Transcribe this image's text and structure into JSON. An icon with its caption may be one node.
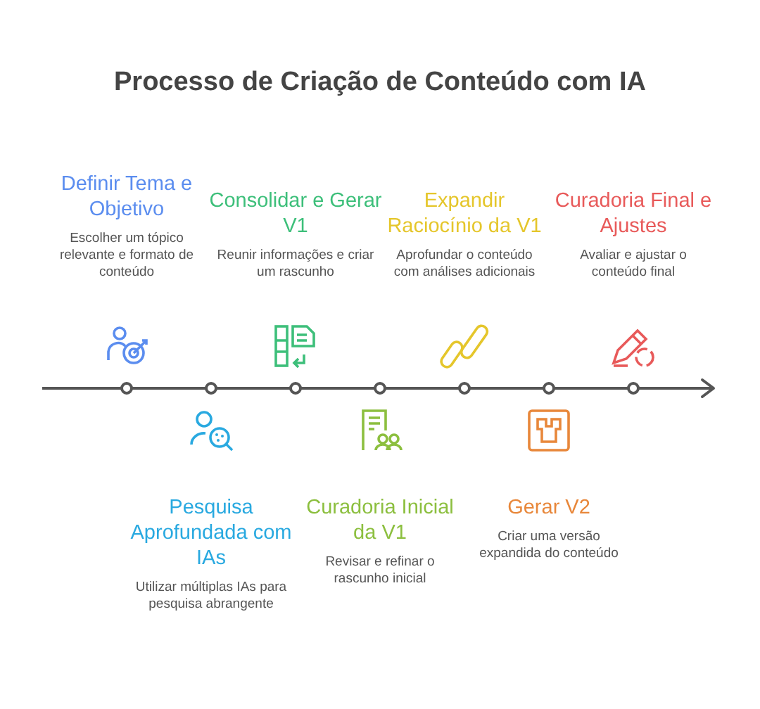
{
  "diagram": {
    "title": "Processo de Criação de Conteúdo com IA",
    "labels": [
      "Definir Tema e Objetivo",
      "Escolher um tópico relevante e formato de conteúdo",
      "Pesquisa Aprofundada com IAs",
      "Utilizar múltiplas IAs para pesquisa abrangente",
      "Consolidar e Gerar V1",
      "Reunir informações e criar um rascunho",
      "Curadoria Inicial da V1",
      "Revisar e refinar o rascunho inicial",
      "Expandir Raciocínio da V1",
      "Aprofundar o conteúdo com análises adicionais",
      "Gerar V2",
      "Criar uma versão expandida do conteúdo",
      "Curadoria Final e Ajustes",
      "Avaliar e ajustar o conteúdo final"
    ]
  }
}
